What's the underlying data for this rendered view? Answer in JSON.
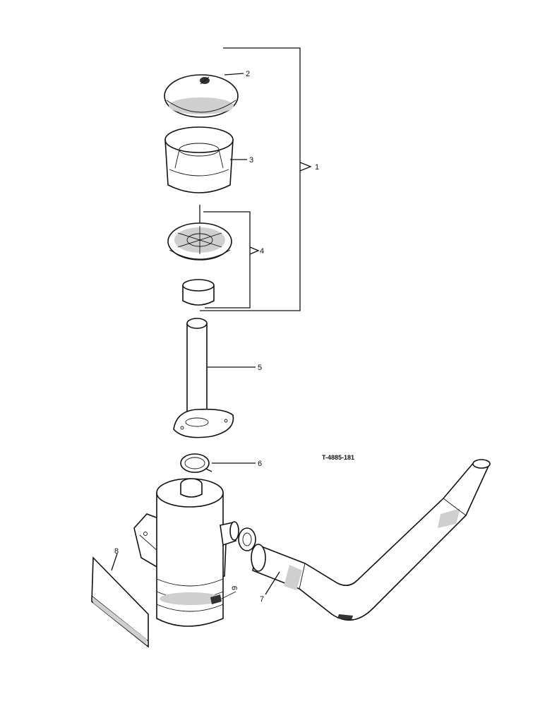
{
  "diagram": {
    "reference_code": "T-4885-181",
    "callouts": [
      {
        "id": "1",
        "label": "1"
      },
      {
        "id": "2",
        "label": "2"
      },
      {
        "id": "3",
        "label": "3"
      },
      {
        "id": "4",
        "label": "4"
      },
      {
        "id": "5",
        "label": "5"
      },
      {
        "id": "6",
        "label": "6"
      },
      {
        "id": "7",
        "label": "7"
      },
      {
        "id": "8",
        "label": "8"
      },
      {
        "id": "9",
        "label": "9"
      }
    ]
  }
}
